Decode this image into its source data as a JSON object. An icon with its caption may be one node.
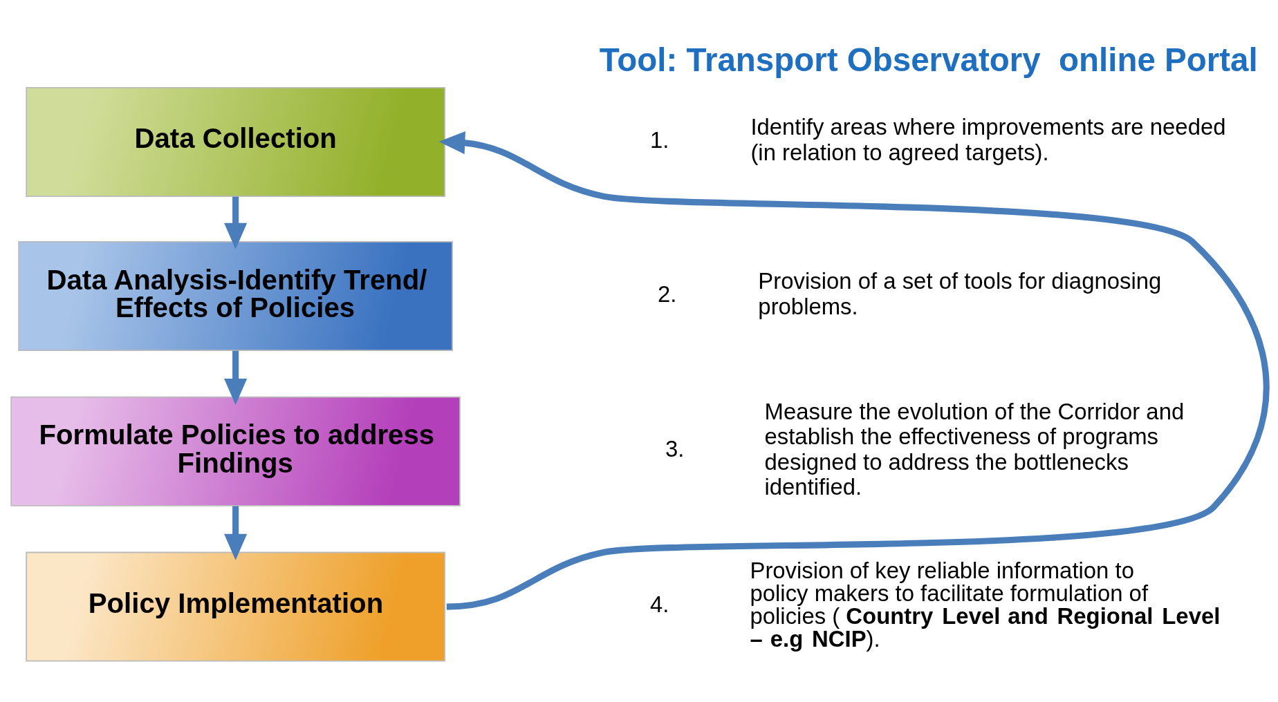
{
  "diagram": {
    "title": "Tool: Transport Observatory  online Portal",
    "nodes": [
      {
        "text": [
          "Data Collection"
        ]
      },
      {
        "text": [
          "Data Analysis-Identify Trend/ Effects of Policies"
        ]
      },
      {
        "text": [
          "Formulate Policies to address Findings"
        ]
      },
      {
        "text": [
          "Policy Implementation"
        ]
      }
    ],
    "edges": [
      {
        "from": 0,
        "to": 1,
        "arrow": "to"
      },
      {
        "from": 1,
        "to": 2,
        "arrow": "to"
      },
      {
        "from": 2,
        "to": 3,
        "arrow": "to"
      },
      {
        "from": 3,
        "to": 0,
        "arrow": "to"
      }
    ],
    "labels": [
      "1.",
      "Identify areas where improvements are needed (in relation to agreed targets).",
      "2.",
      "Provision of a set of tools for diagnosing problems.",
      "3.",
      "Measure the evolution of the Corridor and establish the effectiveness of programs designed to address the bottlenecks identified.",
      "4.",
      "Provision of key reliable information to policy makers to facilitate formulation of policies (**Country Level and Regional Level – e.g NCIP**)."
    ]
  }
}
